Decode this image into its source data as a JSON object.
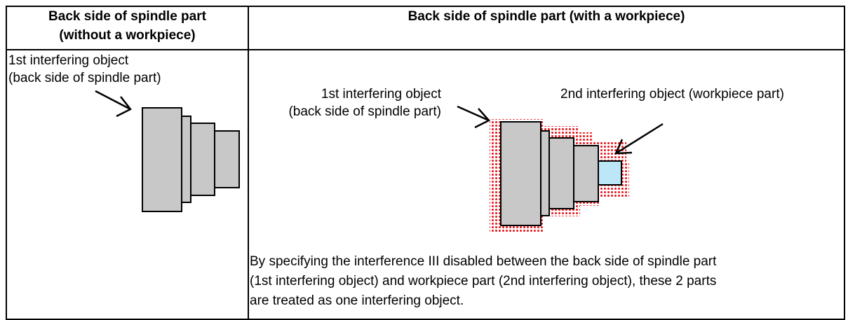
{
  "header": {
    "left_line1": "Back side of spindle part",
    "left_line2": "(without a workpiece)",
    "right": "Back side of spindle part (with a workpiece)"
  },
  "left_panel": {
    "label_line1": "1st interfering object",
    "label_line2": "(back side of spindle part)"
  },
  "right_panel": {
    "label1_line1": "1st interfering object",
    "label1_line2": "(back side of spindle part)",
    "label2": "2nd interfering object (workpiece part)",
    "note_line1": "By specifying the interference III disabled between the back side of spindle part",
    "note_line2": "(1st interfering object) and workpiece part (2nd interfering object), these 2 parts",
    "note_line3": "are treated as one interfering object."
  },
  "colors": {
    "spindle_fill": "#c8c8c8",
    "workpiece_fill": "#bde6f7",
    "envelope_dots": "#e8141a",
    "line": "#000000"
  }
}
